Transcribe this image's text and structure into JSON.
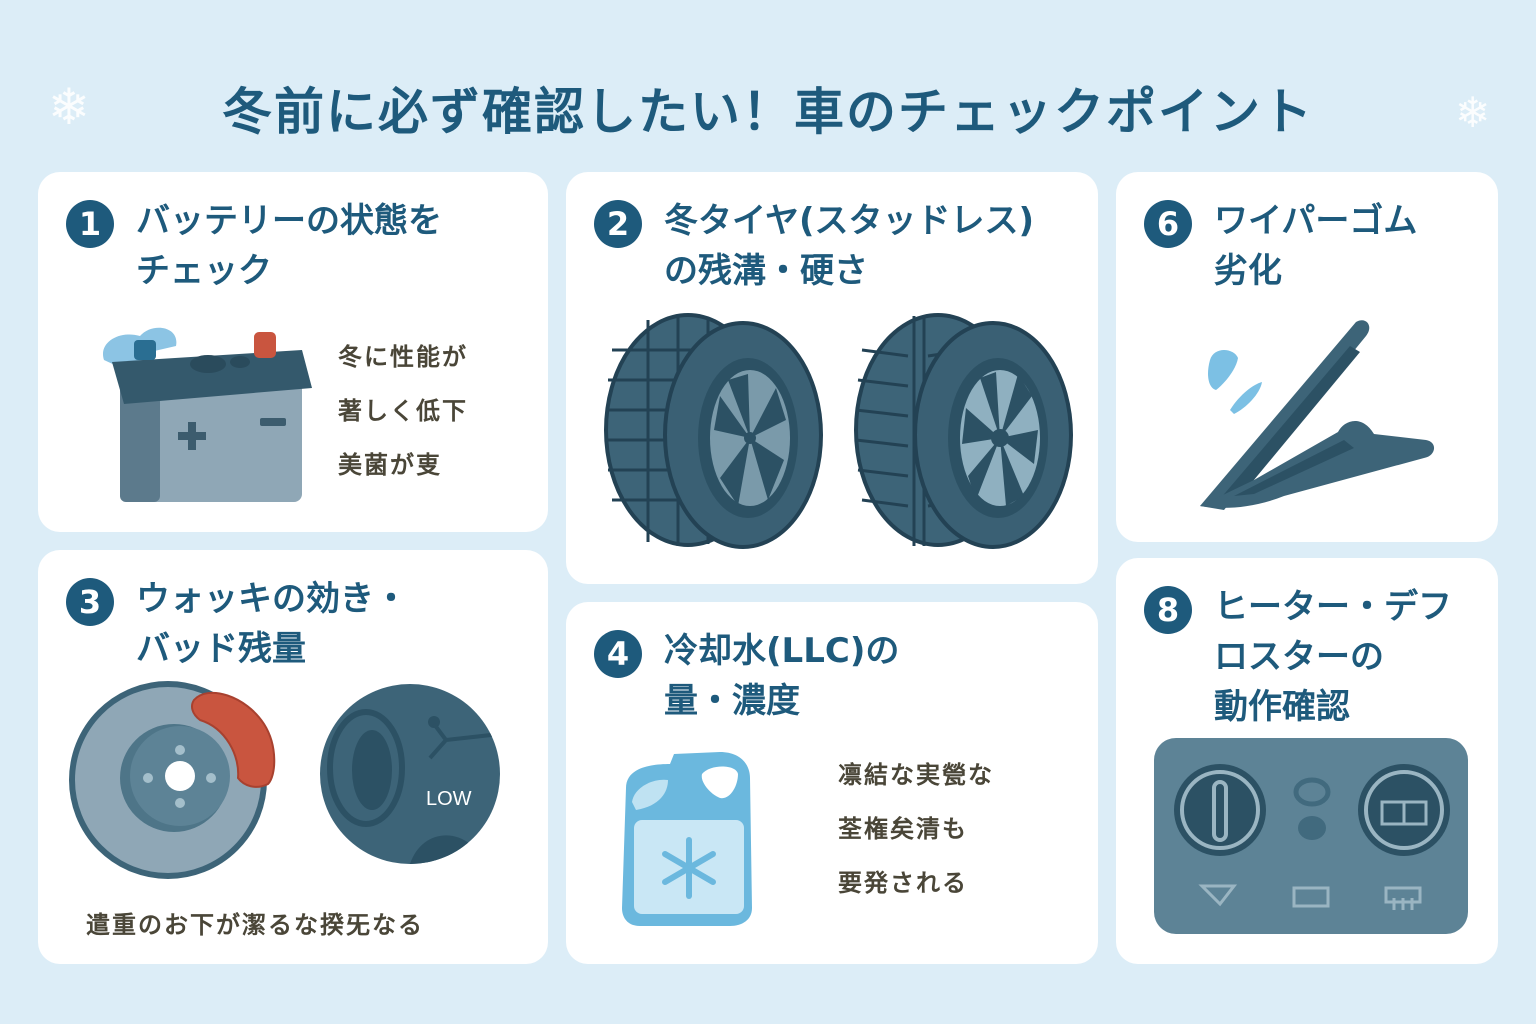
{
  "header": {
    "title": "冬前に必ず確認したい！車のチェックポイント",
    "decorations": [
      "snowflake-icon",
      "snowflake-icon"
    ]
  },
  "colors": {
    "background": "#dcedf7",
    "card": "#ffffff",
    "accent": "#1e5a7c",
    "body_text": "#4a4638",
    "illustration_dark": "#2f5a6e",
    "illustration_light": "#8fb0c0",
    "terminal_red": "#c9553f",
    "ice_blue": "#6bb8de"
  },
  "cards": [
    {
      "number": "1",
      "title": "バッテリーの状態を\nチェック",
      "description": "冬に性能が\n著しく低下\n美菌が叓",
      "illustration": "battery-icon"
    },
    {
      "number": "2",
      "title": "冬タイヤ(スタッドレス)\nの残溝・硬さ",
      "illustration": "tires-icon"
    },
    {
      "number": "6",
      "title": "ワイパーゴム\n劣化",
      "illustration": "wiper-blade-icon"
    },
    {
      "number": "3",
      "title": "ウォッキの効き・\nバッド残量",
      "description": "遣重のお下が潔るな揆旡なる",
      "illustration": "brake-disc-icon",
      "pad_label": "LOW"
    },
    {
      "number": "4",
      "title": "冷却水(LLC)の\n量・濃度",
      "description": "凛結な実甇な\n荃権矣清も\n要発される",
      "illustration": "coolant-jug-icon"
    },
    {
      "number": "8",
      "title": "ヒーター・デフ\nロスターの\n動作確認",
      "illustration": "climate-control-panel-icon"
    }
  ]
}
